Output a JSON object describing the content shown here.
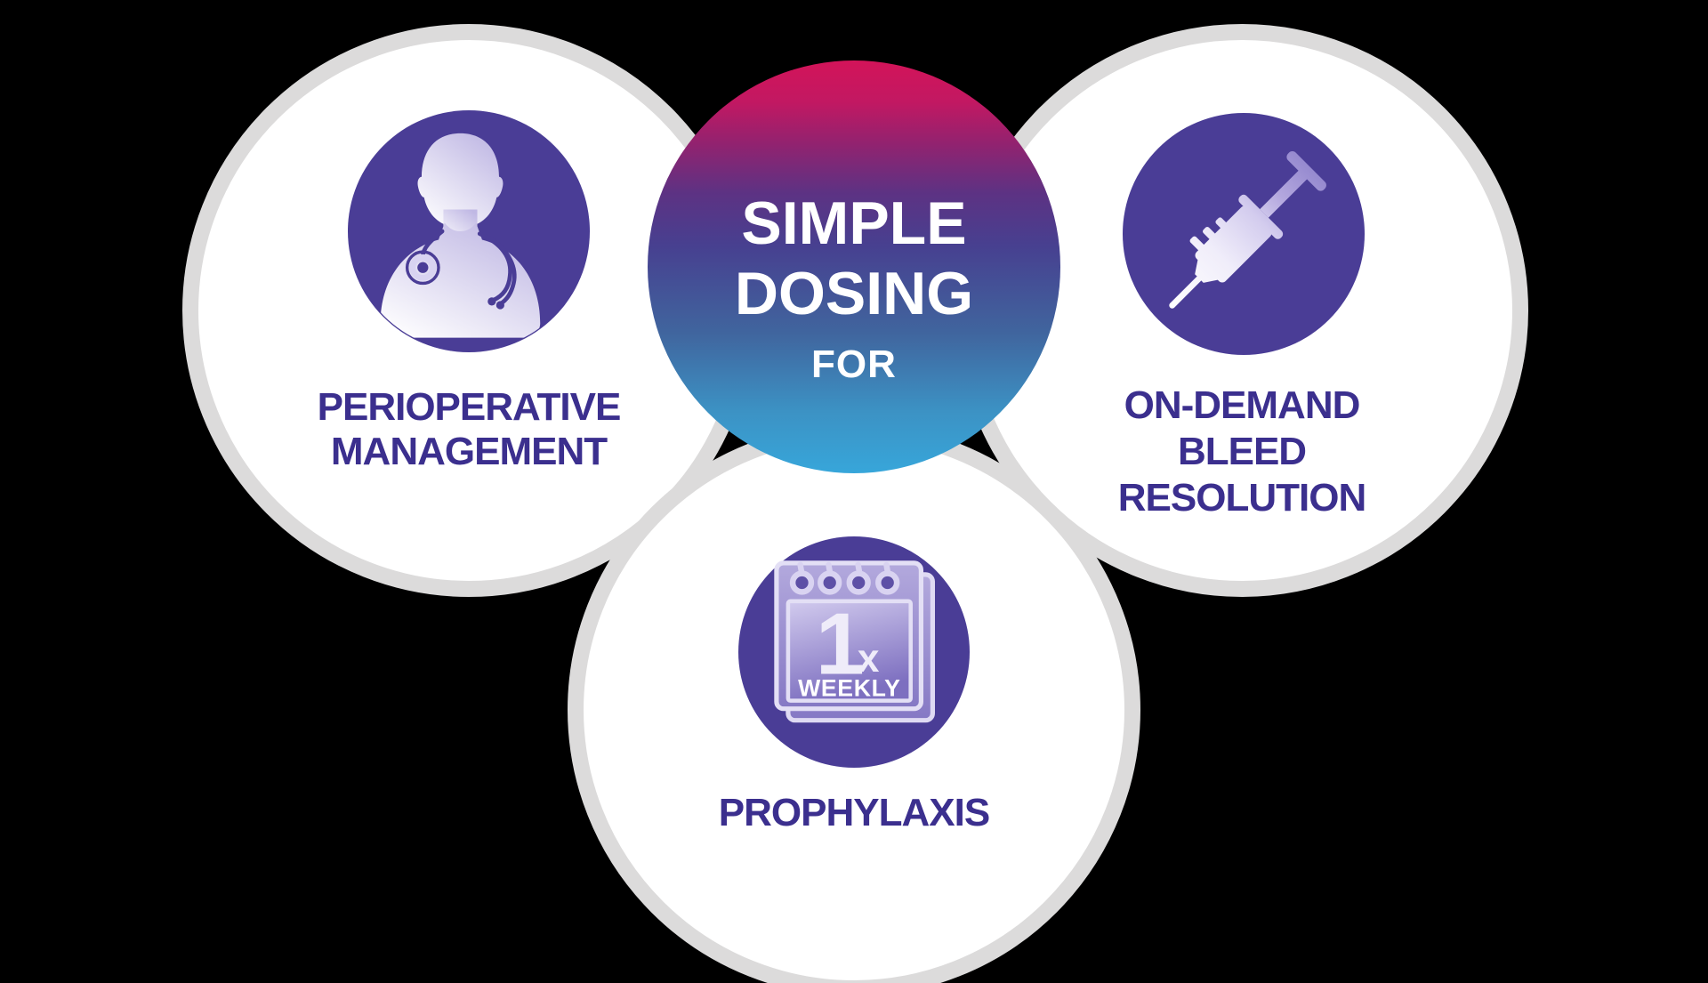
{
  "background": "#000000",
  "colors": {
    "outer_ring": "#dcdbdb",
    "outer_fill": "#ffffff",
    "icon_circle_fill": "#4a3d96",
    "label_text": "#3b2f8e",
    "center_text": "#ffffff",
    "center_gradient_top": "#d31459",
    "center_gradient_mid": "#474090",
    "center_gradient_bottom": "#37a6da",
    "icon_art_light": "#c5bee7"
  },
  "center": {
    "line1": "SIMPLE",
    "line2": "DOSING",
    "line3": "FOR"
  },
  "left_node": {
    "icon": "doctor-icon",
    "label_line1": "PERIOPERATIVE",
    "label_line2": "MANAGEMENT"
  },
  "right_node": {
    "icon": "syringe-icon",
    "label_line1": "ON-DEMAND",
    "label_line2": "BLEED",
    "label_line3": "RESOLUTION"
  },
  "bottom_node": {
    "icon": "calendar-icon",
    "label_line1": "PROPHYLAXIS",
    "calendar_count": "1",
    "calendar_multiplier": "x",
    "calendar_period": "WEEKLY"
  }
}
